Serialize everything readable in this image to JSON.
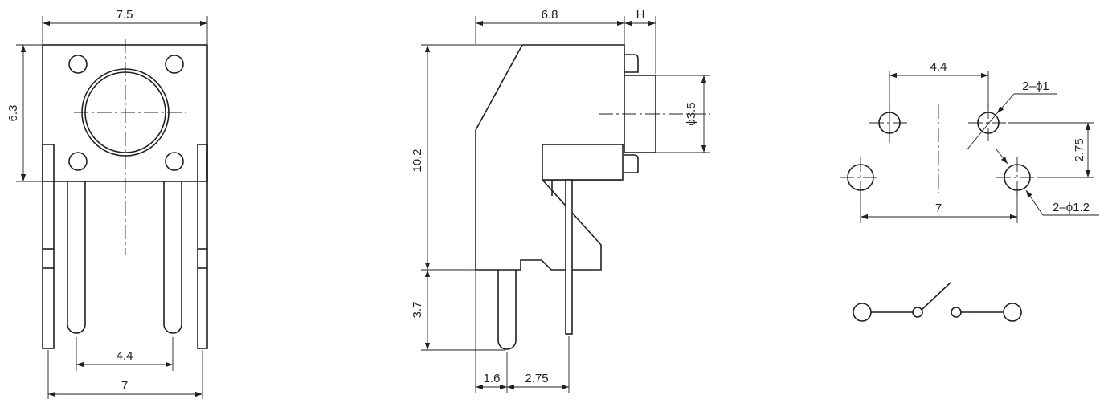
{
  "front_view": {
    "width": "7.5",
    "height": "6.3",
    "pin_pitch": "4.4",
    "outer_span": "7"
  },
  "side_view": {
    "depth": "6.8",
    "actuator_height": "H",
    "actuator_diameter": "ϕ3.5",
    "body_height": "10.2",
    "pin_length": "3.7",
    "pin_offset": "1.6",
    "pin_spacing": "2.75"
  },
  "pcb_layout": {
    "hole_pitch": "4.4",
    "small_hole": "2–ϕ1",
    "row_offset": "2.75",
    "outer_pitch": "7",
    "large_hole": "2–ϕ1.2"
  },
  "colors": {
    "line": "#231f20",
    "background": "#ffffff"
  }
}
